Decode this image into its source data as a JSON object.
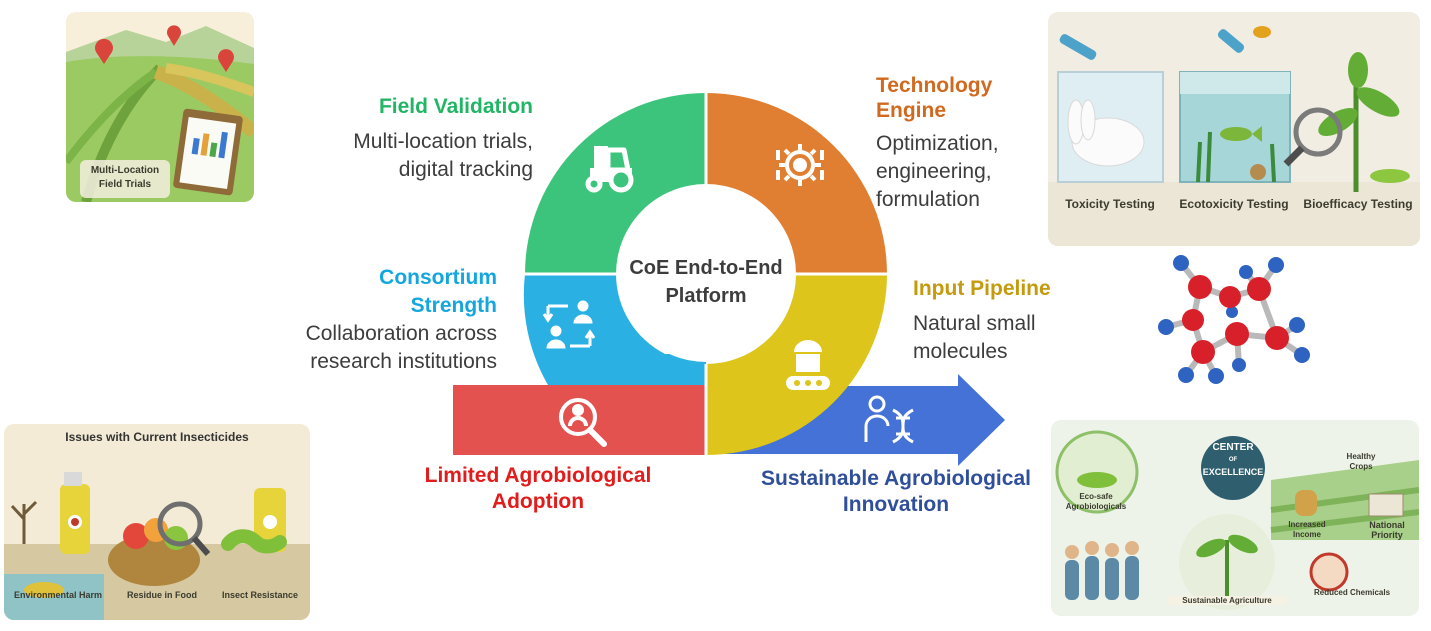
{
  "center": {
    "line1": "CoE End-to-End",
    "line2": "Platform"
  },
  "colors": {
    "field": "#3cc47c",
    "tech": "#e07f31",
    "input": "#ddc51b",
    "consortium": "#2ab0e3",
    "limited": "#e4524f",
    "innovation": "#4472d6"
  },
  "segments": {
    "field": {
      "title": "Field Validation",
      "desc1": "Multi-location trials,",
      "desc2": "digital tracking",
      "icon": "tractor-icon"
    },
    "tech": {
      "title1": "Technology",
      "title2": "Engine",
      "desc1": "Optimization,",
      "desc2": "engineering,",
      "desc3": "formulation",
      "icon": "cog-chip-icon"
    },
    "input": {
      "title": "Input Pipeline",
      "desc1": "Natural small",
      "desc2": "molecules",
      "icon": "conveyor-icon"
    },
    "consortium": {
      "title1": "Consortium",
      "title2": "Strength",
      "desc1": "Collaboration across",
      "desc2": "research institutions",
      "icon": "exchange-people-icon"
    },
    "limited": {
      "title1": "Limited Agrobiological",
      "title2": "Adoption",
      "icon": "search-people-icon"
    },
    "innovation": {
      "title1": "Sustainable Agrobiological",
      "title2": "Innovation",
      "icon": "dna-person-icon"
    }
  },
  "images": {
    "trials": {
      "line1": "Multi-Location",
      "line2": "Field Trials"
    },
    "testing": {
      "labels": [
        "Toxicity Testing",
        "Ecotoxicity Testing",
        "Bioefficacy Testing"
      ]
    },
    "issues": {
      "title": "Issues with Current Insecticides",
      "labels": [
        "Environmental Harm",
        "Residue in Food",
        "Insect Resistance"
      ]
    },
    "coe": {
      "center1": "CENTER",
      "center2": "OF",
      "center3": "EXCELLENCE",
      "eco1": "Eco-safe",
      "eco2": "Agrobiologicals",
      "healthy1": "Healthy",
      "healthy2": "Crops",
      "income1": "Increased",
      "income2": "Income",
      "national1": "National",
      "national2": "Priority",
      "reduced": "Reduced Chemicals",
      "sustain": "Sustainable Agriculture"
    }
  }
}
